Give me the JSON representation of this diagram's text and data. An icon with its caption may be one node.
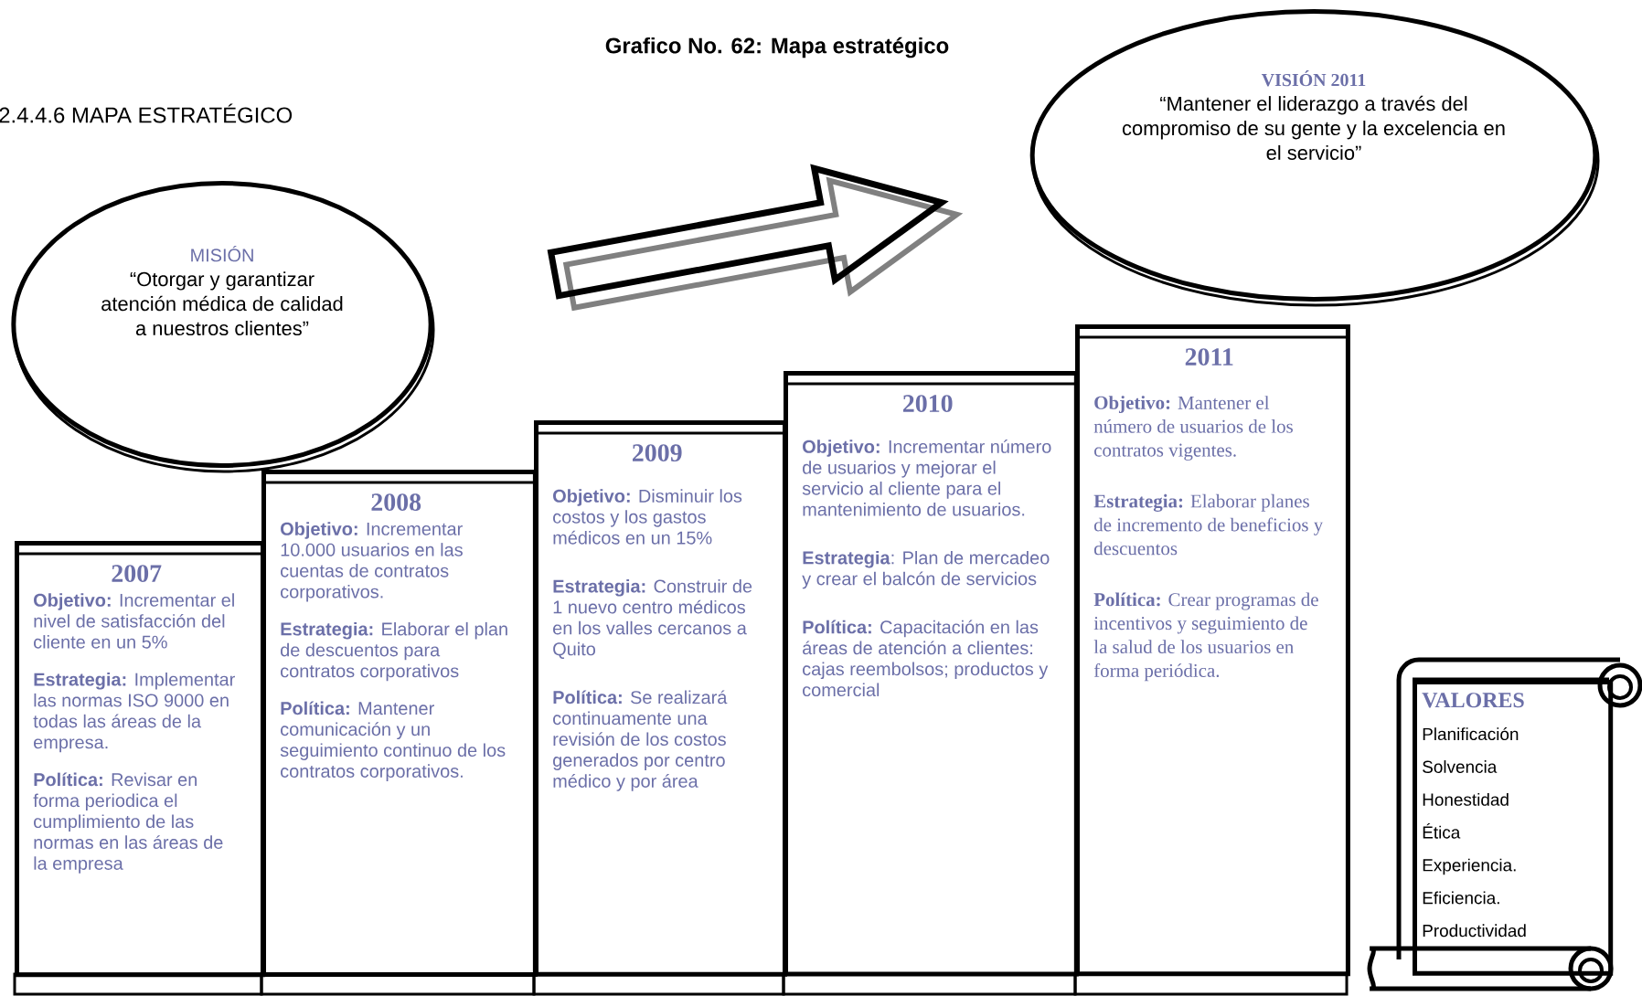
{
  "diagram": {
    "title": "Grafico No. 62: Mapa estratégico",
    "nodes": [
      {
        "text": [
          "MISIÓN",
          "“Otorgar y garantizar atención médica de calidad a nuestros clientes”"
        ]
      },
      {
        "text": [
          "VISIÓN 2011",
          "“Mantener el liderazgo a través del compromiso de su gente y la excelencia en el servicio”"
        ]
      },
      {
        "text": [
          "2007",
          "**Objetivo:** Incrementar el nivel de satisfacción del cliente en un 5%",
          "**Estrategia:** Implementar las normas ISO 9000 en todas las áreas de la empresa.",
          "**Política:** Revisar en forma periodica el cumplimiento de las normas en las áreas de la empresa"
        ]
      },
      {
        "text": [
          "2008",
          "**Objetivo:** Incrementar 10.000 usuarios en las cuentas de contratos corporativos.",
          "**Estrategia:** Elaborar el plan de descuentos para contratos corporativos",
          "**Política:** Mantener comunicación y un seguimiento continuo de los contratos corporativos."
        ]
      },
      {
        "text": [
          "2009",
          "**Objetivo:** Disminuir los costos y los gastos médicos en un 15%",
          "**Estrategia:** Construir de 1 nuevo centro médicos en los valles cercanos a Quito",
          "**Política:** Se realizará continuamente una revisión de los costos generados por centro médico y por área"
        ]
      },
      {
        "text": [
          "2010",
          "**Objetivo:** Incrementar número de usuarios y mejorar el servicio al cliente para el mantenimiento de usuarios.",
          "**Estrategia**: Plan de mercadeo y crear el balcón de servicios",
          "**Política:** Capacitación en las áreas de atención a clientes: cajas reembolsos; productos y comercial"
        ]
      },
      {
        "text": [
          "2011",
          "**Objetivo:** Mantener el número de usuarios de los contratos vigentes.",
          "**Estrategia:** Elaborar planes de incremento de beneficios y descuentos",
          "**Política:** Crear programas de incentivos y seguimiento de la salud de los usuarios en forma periódica."
        ]
      },
      {
        "text": [
          "VALORES",
          "Planificación",
          "Solvencia",
          "Honestidad",
          "Ética",
          "Experiencia.",
          "Eficiencia.",
          "Productividad"
        ]
      }
    ],
    "labels": [
      "2.4.4.6 MAPA ESTRATÉGICO"
    ]
  }
}
